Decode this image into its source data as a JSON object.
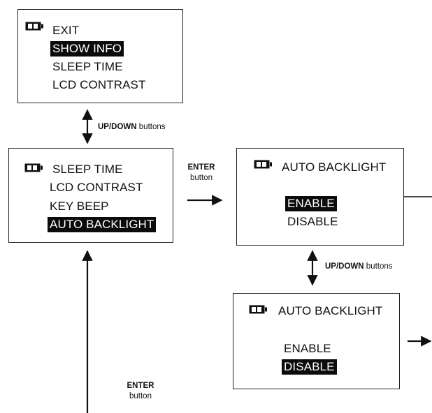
{
  "screens": {
    "main_menu_top": {
      "items": [
        "EXIT",
        "SHOW INFO",
        "SLEEP TIME",
        "LCD CONTRAST"
      ],
      "selected": "SHOW INFO"
    },
    "main_menu_scrolled": {
      "items": [
        "SLEEP TIME",
        "LCD CONTRAST",
        "KEY BEEP",
        "AUTO BACKLIGHT"
      ],
      "selected": "AUTO BACKLIGHT"
    },
    "auto_backlight_enable": {
      "title": "AUTO BACKLIGHT",
      "options": [
        "ENABLE",
        "DISABLE"
      ],
      "selected": "ENABLE"
    },
    "auto_backlight_disable": {
      "title": "AUTO BACKLIGHT",
      "options": [
        "ENABLE",
        "DISABLE"
      ],
      "selected": "DISABLE"
    }
  },
  "labels": {
    "updown_bold": "UP/DOWN",
    "updown_rest": " buttons",
    "enter_bold": "ENTER",
    "enter_rest": "button"
  },
  "icons": {
    "battery": "battery-icon"
  },
  "colors": {
    "screen_border": "#222222",
    "highlight_bg": "#0b0b0b",
    "highlight_text": "#ffffff"
  }
}
